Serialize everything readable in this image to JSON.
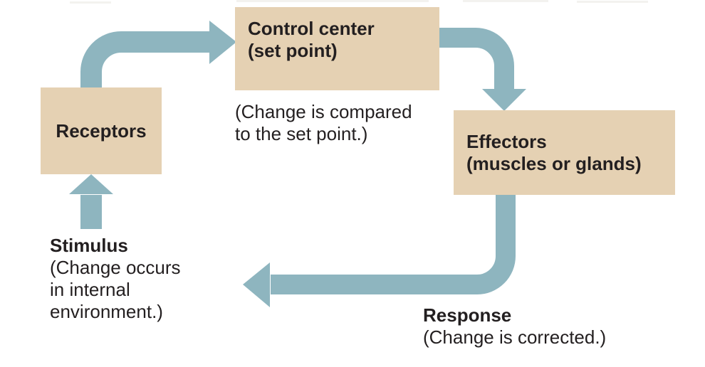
{
  "palette": {
    "background": "#ffffff",
    "box_bg": "#e5d1b3",
    "arrow": "#8eb5bf",
    "text": "#231f20"
  },
  "boxes": {
    "control_center": {
      "lines": [
        "Control center",
        "(set point)"
      ]
    },
    "receptors": {
      "lines": [
        "Receptors"
      ]
    },
    "effectors": {
      "lines": [
        "Effectors",
        "(muscles or glands)"
      ]
    }
  },
  "labels": {
    "compare_note": {
      "lines": [
        "(Change is compared",
        "to the set point.)"
      ]
    },
    "stimulus": {
      "title": "Stimulus",
      "lines": [
        "(Change occurs",
        "in internal",
        "environment.)"
      ]
    },
    "response": {
      "title": "Response",
      "lines": [
        "(Change is corrected.)"
      ]
    }
  },
  "arrows": [
    {
      "from": "Receptors",
      "to": "Control center (set point)"
    },
    {
      "from": "Control center (set point)",
      "to": "Effectors (muscles or glands)"
    },
    {
      "from": "Stimulus",
      "to": "Receptors"
    },
    {
      "from": "Effectors (muscles or glands)",
      "to": "Response"
    }
  ]
}
